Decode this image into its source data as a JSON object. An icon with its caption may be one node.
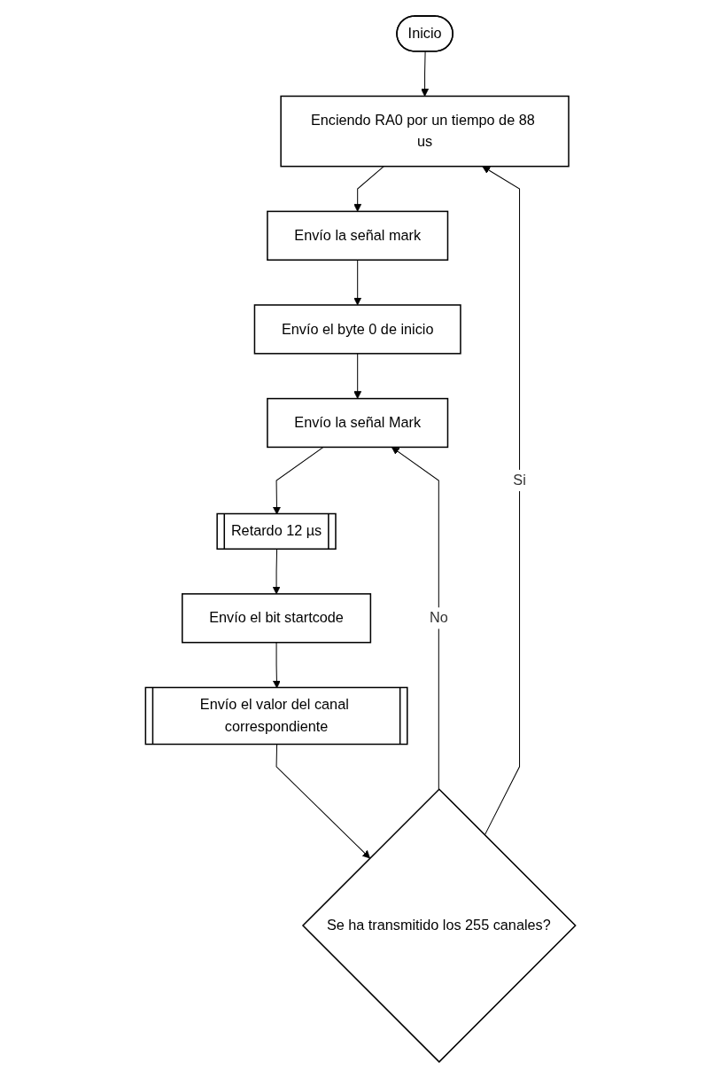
{
  "diagram": {
    "nodes": [
      {
        "text": [
          "Inicio"
        ]
      },
      {
        "text": [
          "Enciendo RA0 por un tiempo de 88 us"
        ]
      },
      {
        "text": [
          "Envío la señal mark"
        ]
      },
      {
        "text": [
          "Envío el byte 0 de inicio"
        ]
      },
      {
        "text": [
          "Envío la señal Mark"
        ]
      },
      {
        "text": [
          "Retardo 12 µs"
        ]
      },
      {
        "text": [
          "Envío el bit startcode"
        ]
      },
      {
        "text": [
          "Envío el valor del canal correspondiente"
        ]
      },
      {
        "text": [
          "Se ha transmitido los 255 canales?"
        ]
      }
    ],
    "edges": [
      {
        "from": 0,
        "to": 1,
        "arrow": "to"
      },
      {
        "from": 1,
        "to": 2,
        "arrow": "to"
      },
      {
        "from": 2,
        "to": 3,
        "arrow": "to"
      },
      {
        "from": 3,
        "to": 4,
        "arrow": "to"
      },
      {
        "from": 4,
        "to": 5,
        "arrow": "to"
      },
      {
        "from": 5,
        "to": 6,
        "arrow": "to"
      },
      {
        "from": 6,
        "to": 7,
        "arrow": "to"
      },
      {
        "from": 7,
        "to": 8,
        "arrow": "to"
      },
      {
        "from": 8,
        "to": 4,
        "arrow": "to",
        "label": "No"
      },
      {
        "from": 8,
        "to": 1,
        "arrow": "to",
        "label": "Si"
      }
    ]
  }
}
